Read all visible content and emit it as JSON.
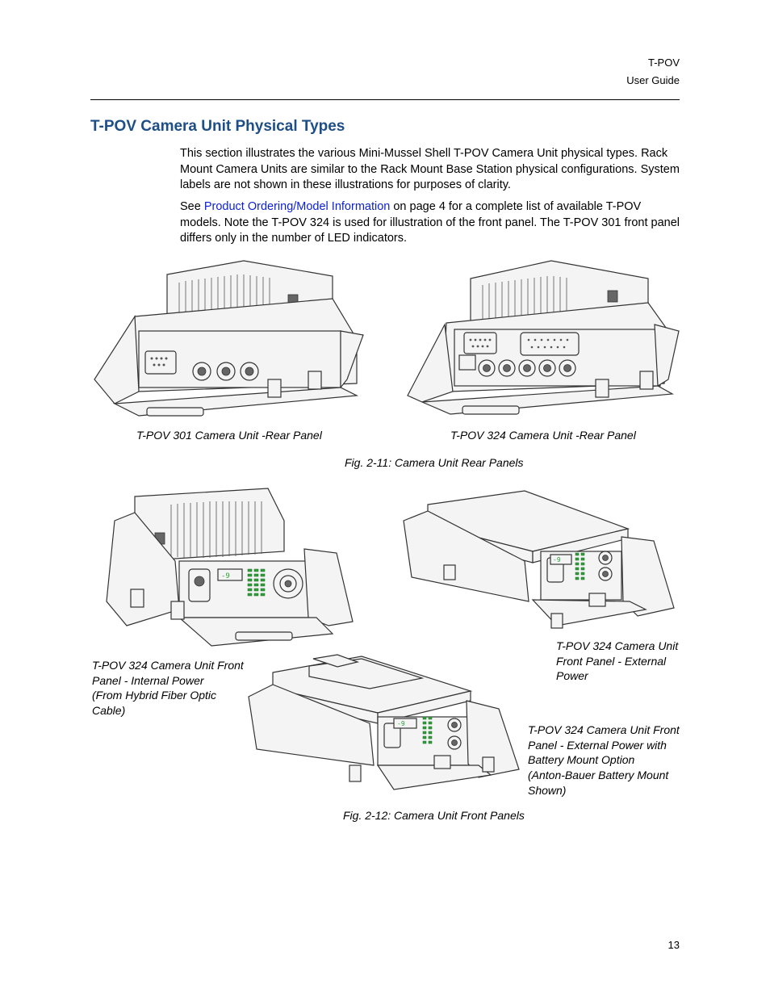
{
  "header": {
    "product": "T-POV",
    "subtitle": "User Guide"
  },
  "section": {
    "title": "T-POV Camera Unit Physical Types"
  },
  "intro": {
    "paragraph1": "This section illustrates the various Mini-Mussel Shell T-POV Camera Unit physical types. Rack Mount Camera Units are similar to the Rack Mount Base Station physical configurations. System labels are not shown in these illustrations for purposes of clarity.",
    "p2_prefix": "See ",
    "p2_link": "Product Ordering/Model Information",
    "p2_suffix": " on page 4 for a complete list of available T-POV models. Note the T-POV 324 is used for illustration of the front panel.  The T-POV 301 front panel differs only in the number of LED indicators."
  },
  "figure_rear": {
    "label_left": "T-POV 301 Camera Unit -Rear Panel",
    "label_right": "T-POV 324 Camera Unit -Rear Panel",
    "caption": "Fig. 2-11: Camera Unit Rear Panels"
  },
  "figure_front": {
    "label_internal": [
      "T-POV 324 Camera Unit Front",
      "Panel - Internal Power",
      "(From Hybrid Fiber Optic",
      "Cable)"
    ],
    "label_external": [
      "T-POV 324 Camera Unit",
      "Front Panel - External",
      "Power"
    ],
    "label_battery": [
      "T-POV 324 Camera Unit Front",
      "Panel - External Power with",
      "Battery Mount Option",
      "(Anton-Bauer Battery Mount",
      "Shown)"
    ],
    "caption": "Fig. 2-12: Camera Unit Front Panels",
    "display_digit": "-9"
  },
  "footer": {
    "page_number": "13"
  }
}
